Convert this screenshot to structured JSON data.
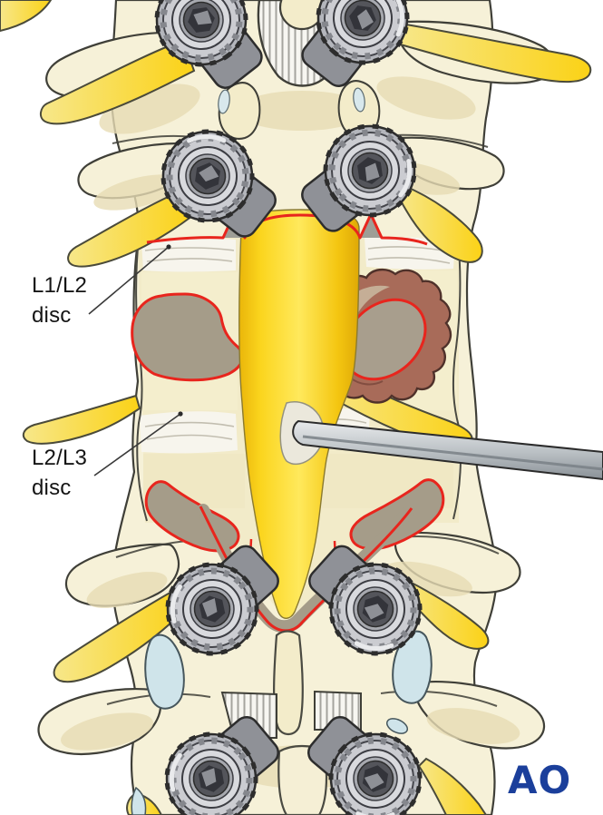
{
  "figure": {
    "labels": [
      {
        "id": "l1l2-disc",
        "line1": "L1/L2",
        "line2": "disc"
      },
      {
        "id": "l2l3-disc",
        "line1": "L2/L3",
        "line2": "disc"
      }
    ],
    "logo": {
      "text": "AO",
      "color": "#1b3f9b"
    },
    "colors": {
      "bone": "#f6f1d8",
      "bone_shadow": "#e8ddb4",
      "neural_yellow": "#fbd41c",
      "cut_edge_red": "#e8251d",
      "cut_bone_grey": "#a59c89",
      "tumor_brown": "#a86b59",
      "tumor_cut_surface": "#a89e8d",
      "metal_grey": "#b4b6bc",
      "cartilage_blue": "#cfe4ea"
    }
  }
}
